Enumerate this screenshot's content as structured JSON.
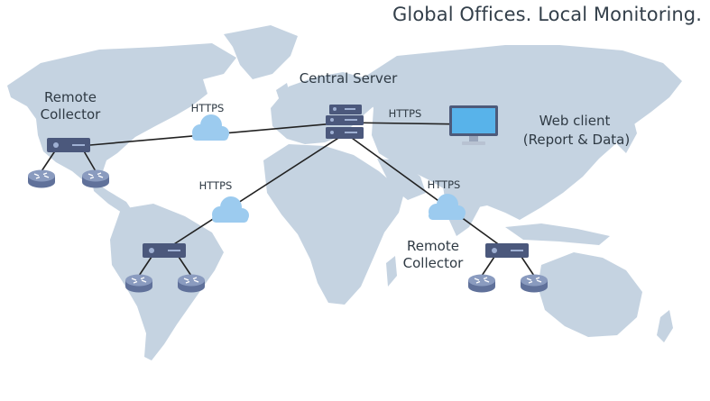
{
  "headline": "Global Offices. Local Monitoring.",
  "nodes": {
    "central_server": "Central Server",
    "web_client_line1": "Web client",
    "web_client_line2": "(Report & Data)",
    "remote_collector_na_line1": "Remote",
    "remote_collector_na_line2": "Collector",
    "remote_collector_asia_line1": "Remote",
    "remote_collector_asia_line2": "Collector"
  },
  "links": {
    "na_to_central": "HTTPS",
    "sa_to_central": "HTTPS",
    "central_to_web": "HTTPS",
    "central_to_asia": "HTTPS"
  },
  "colors": {
    "map": "#c5d3e1",
    "cloud": "#9ccbef",
    "server": "#4b587c",
    "router": "#7e8fb3",
    "link": "#222222",
    "monitor": "#58b3ea"
  }
}
